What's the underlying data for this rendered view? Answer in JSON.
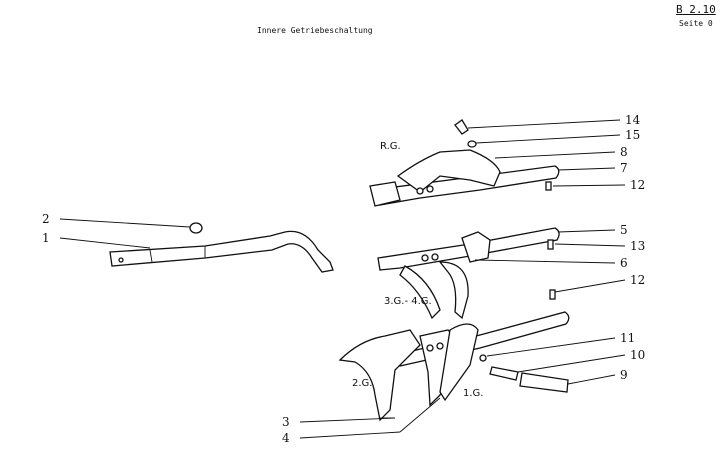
{
  "header": {
    "title": "Innere Getriebeschaltung",
    "code": "B 2.10",
    "page": "Seite 0"
  },
  "gear_labels": {
    "reverse": "R.G.",
    "third_fourth": "3.G.- 4.G.",
    "second": "2.G.",
    "first": "1.G."
  },
  "callouts": [
    "14",
    "15",
    "8",
    "7",
    "12",
    "2",
    "1",
    "5",
    "13",
    "6",
    "12",
    "11",
    "10",
    "9",
    "3",
    "4"
  ]
}
